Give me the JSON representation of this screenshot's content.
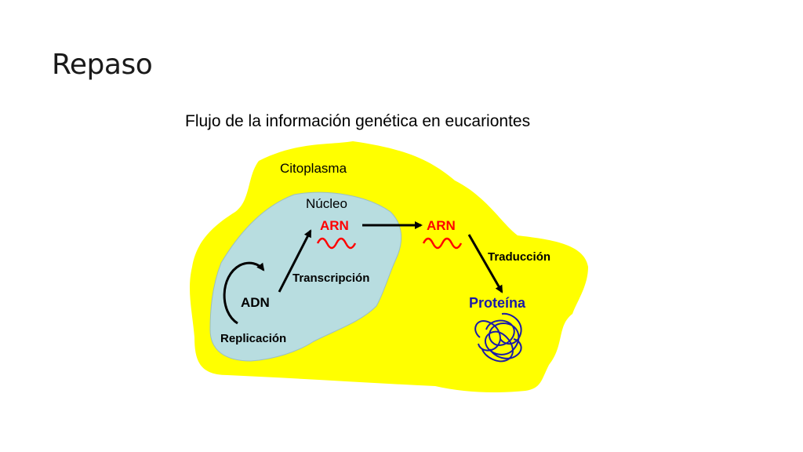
{
  "slide": {
    "title": "Repaso"
  },
  "diagram": {
    "title": "Flujo de la información genética en eucariontes",
    "labels": {
      "cytoplasm": "Citoplasma",
      "nucleus": "Núcleo",
      "rna_nucleus": "ARN",
      "rna_cytoplasm": "ARN",
      "dna": "ADN",
      "transcription": "Transcripción",
      "translation": "Traducción",
      "replication": "Replicación",
      "protein": "Proteína"
    },
    "colors": {
      "cytoplasm_fill": "#ffff00",
      "nucleus_fill": "#b8dde0",
      "rna": "#ff0000",
      "protein": "#1a1aa8",
      "arrows": "#000000"
    },
    "icons": {
      "rna_strand": "rna-wave-icon",
      "protein": "protein-coil-icon"
    }
  }
}
